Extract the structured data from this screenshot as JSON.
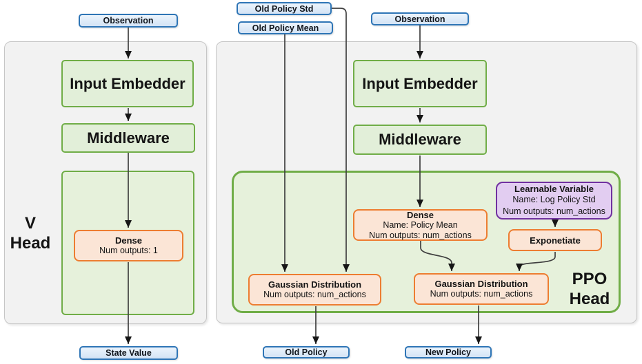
{
  "colors": {
    "panel_bg": "#f2f2f2",
    "panel_border": "#c6c6c6",
    "green_border": "#70ad47",
    "green_fill": "#e2efd9",
    "green_container_fill": "#e6f1db",
    "orange_border": "#ed7d31",
    "orange_fill": "#fbe5d6",
    "purple_border": "#7030a0",
    "purple_fill": "#e2cdf1",
    "blue_border": "#2e75b6",
    "blue_fill": "#d3e3f5",
    "arrow": "#3f3f3f"
  },
  "v_head": {
    "title_line1": "V",
    "title_line2": "Head",
    "observation": "Observation",
    "input_embedder": "Input Embedder",
    "middleware": "Middleware",
    "dense": {
      "title": "Dense",
      "outputs": "Num outputs: 1"
    },
    "state_value": "State Value"
  },
  "ppo_head": {
    "title_line1": "PPO",
    "title_line2": "Head",
    "old_policy_std": "Old Policy Std",
    "old_policy_mean": "Old Policy Mean",
    "observation": "Observation",
    "input_embedder": "Input Embedder",
    "middleware": "Middleware",
    "dense": {
      "title": "Dense",
      "name": "Name: Policy Mean",
      "outputs": "Num outputs: num_actions"
    },
    "learnable_variable": {
      "title": "Learnable Variable",
      "name": "Name: Log Policy Std",
      "outputs": "Num outputs: num_actions"
    },
    "exponetiate": "Exponetiate",
    "gaussian_old": {
      "title": "Gaussian Distribution",
      "outputs": "Num outputs: num_actions"
    },
    "gaussian_new": {
      "title": "Gaussian Distribution",
      "outputs": "Num outputs: num_actions"
    },
    "old_policy": "Old Policy",
    "new_policy": "New Policy"
  }
}
